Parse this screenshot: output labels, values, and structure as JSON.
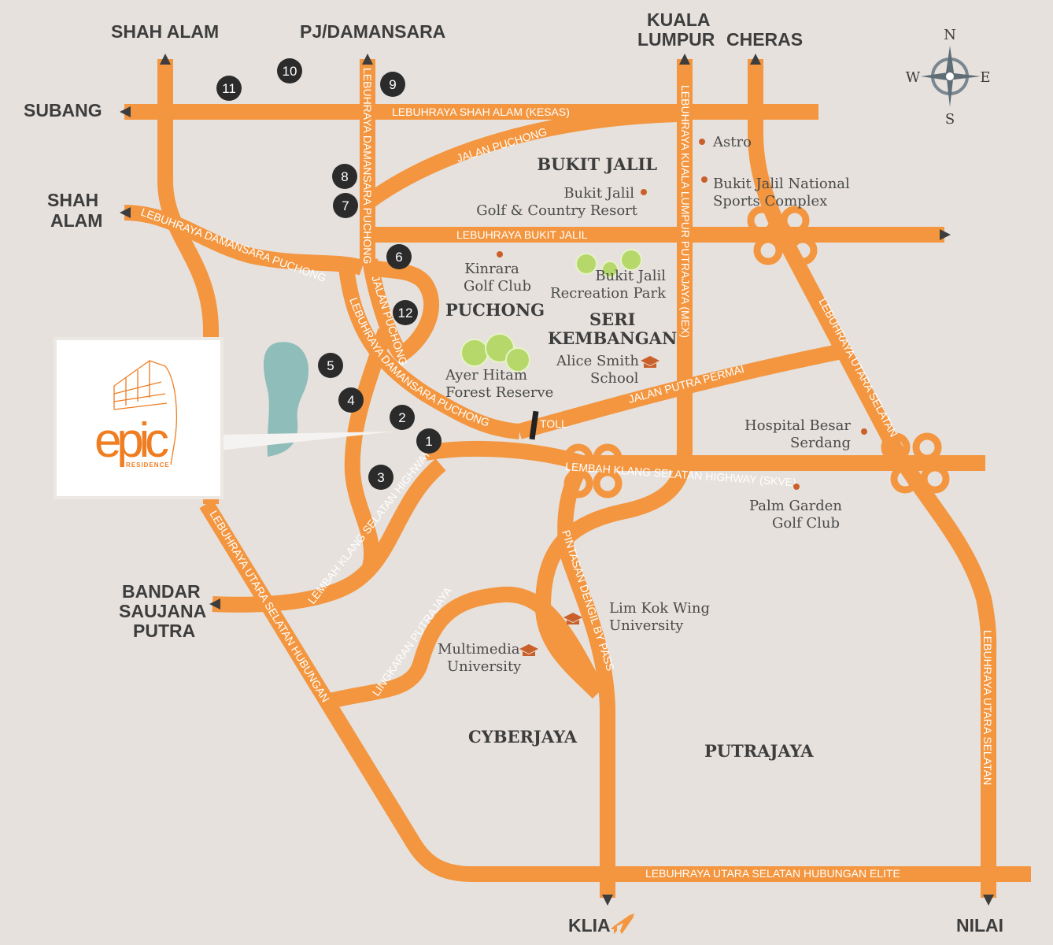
{
  "colors": {
    "background": "#e6e1dd",
    "road": "#f3963f",
    "marker": "#2b2b2b",
    "brand": "#ef7d22",
    "water": "#8fbdb9",
    "park": "#b6d86a"
  },
  "destinations": {
    "shah_alam_top": "SHAH ALAM",
    "pj": "PJ/DAMANSARA",
    "kl1": "KUALA",
    "kl2": "LUMPUR",
    "cheras": "CHERAS",
    "subang": "SUBANG",
    "shah_alam_1": "SHAH",
    "shah_alam_2": "ALAM",
    "bandar1": "BANDAR",
    "bandar2": "SAUJANA",
    "bandar3": "PUTRA",
    "klia": "KLIA",
    "nilai": "NILAI"
  },
  "compass": {
    "n": "N",
    "s": "S",
    "e": "E",
    "w": "W"
  },
  "areas": {
    "bukit_jalil": "BUKIT JALIL",
    "puchong": "PUCHONG",
    "seri1": "SERI",
    "seri2": "KEMBANGAN",
    "cyberjaya": "CYBERJAYA",
    "putrajaya": "PUTRAJAYA"
  },
  "pois": {
    "astro": "Astro",
    "bjn1": "Bukit Jalil National",
    "bjn2": "Sports Complex",
    "bjg1": "Bukit Jalil",
    "bjg2": "Golf & Country Resort",
    "kin1": "Kinrara",
    "kin2": "Golf Club",
    "bjp1": "Bukit Jalil",
    "bjp2": "Recreation Park",
    "ah1": "Ayer Hitam",
    "ah2": "Forest Reserve",
    "as1": "Alice Smith",
    "as2": "School",
    "hb1": "Hospital Besar",
    "hb2": "Serdang",
    "pg1": "Palm Garden",
    "pg2": "Golf Club",
    "lkw1": "Lim Kok Wing",
    "lkw2": "University",
    "mmu1": "Multimedia",
    "mmu2": "University"
  },
  "roads": {
    "kesas": "LEBUHRAYA SHAH ALAM  (KESAS)",
    "jalan_puchong": "JALAN PUCHONG",
    "ldp_v": "LEBUHRAYA DAMANSARA PUCHONG",
    "ldp_w": "LEBUHRAYA DAMANSARA PUCHONG",
    "ldp_s": "LEBUHRAYA DAMANSARA PUCHONG",
    "bukit_jalil": "LEBUHRAYA BUKIT JALIL",
    "mex": "LEBUHRAYA KUALA LUMPUR PUTRAJAYA (MEX)",
    "jalan_puchong2": "JALAN PUCHONG",
    "toll": "TOLL",
    "putra_permai": "JALAN  PUTRA PERMAI",
    "skve": "LEMBAH KLANG SELATAN HIGHWAY  (SKVE)",
    "lksh": "LEMBAH KLANG SELATAN HIGHWAY",
    "plus": "LEBUHRAYA UTARA SELATAN",
    "plus_s": "LEBUHRAYA UTARA SELATAN",
    "elite_w": "LEBUHRAYA UTARA SELATAN  HUBUNGAN",
    "elite": "LEBUHRAYA UTARA SELATAN  HUBUNGAN  ELITE",
    "dengil": "PINTASAN DENGIL BY PASS",
    "lingkaran": "LINGKARAN PUTRAJAYA"
  },
  "markers": [
    "1",
    "2",
    "3",
    "4",
    "5",
    "6",
    "7",
    "8",
    "9",
    "10",
    "11",
    "12"
  ],
  "logo": {
    "name": "epic",
    "sub": "RESIDENCE"
  }
}
